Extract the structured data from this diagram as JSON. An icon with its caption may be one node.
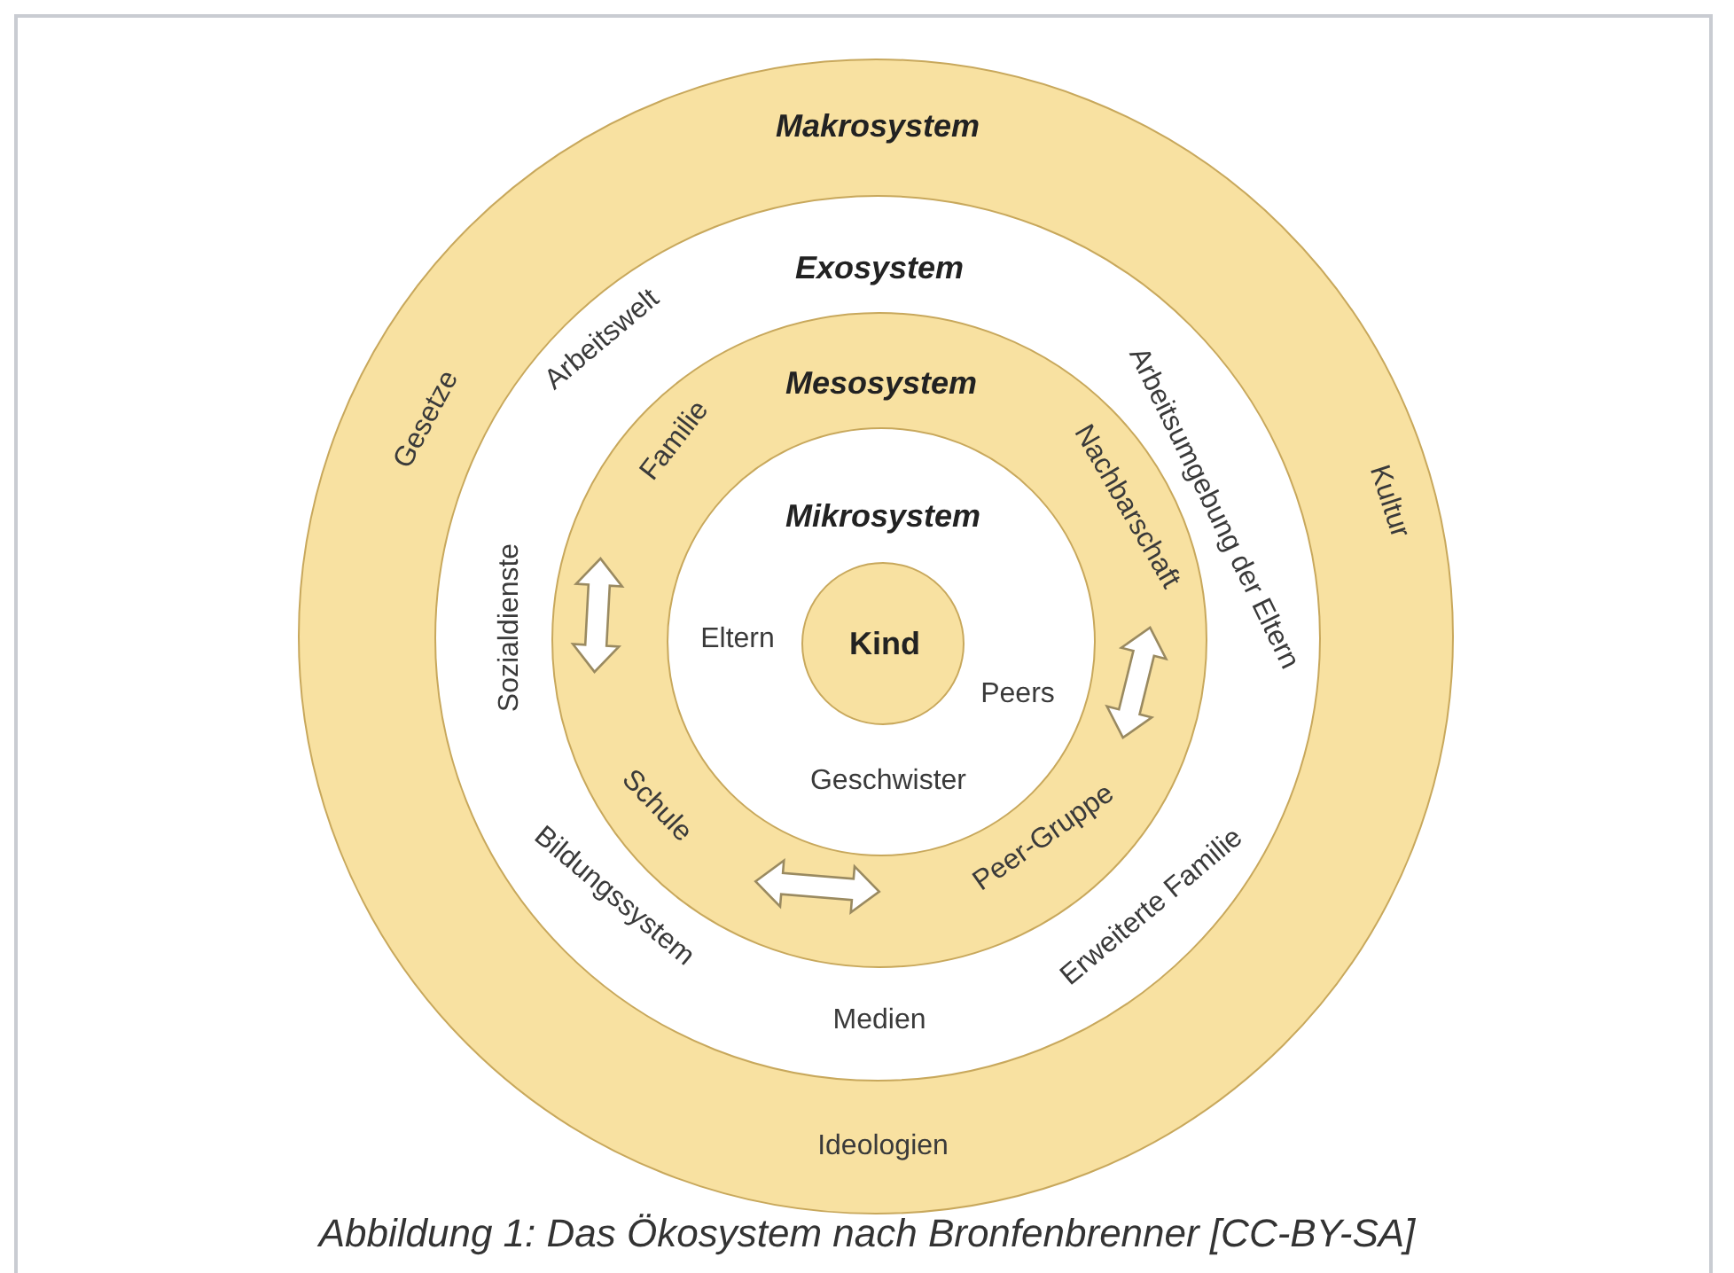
{
  "diagram": {
    "caption": "Abbildung 1: Das Ökosystem nach Bronfenbrenner [CC-BY-SA]",
    "nodes": [
      {
        "text": [
          "Makrosystem"
        ]
      },
      {
        "text": [
          "Gesetze"
        ],
        "in": 0
      },
      {
        "text": [
          "Kultur"
        ],
        "in": 0
      },
      {
        "text": [
          "Ideologien"
        ],
        "in": 0
      },
      {
        "text": [
          "Exosystem"
        ],
        "in": 0
      },
      {
        "text": [
          "Arbeitswelt"
        ],
        "in": 4
      },
      {
        "text": [
          "Arbeitsumgebung der Eltern"
        ],
        "in": 4
      },
      {
        "text": [
          "Sozialdienste"
        ],
        "in": 4
      },
      {
        "text": [
          "Bildungssystem"
        ],
        "in": 4
      },
      {
        "text": [
          "Medien"
        ],
        "in": 4
      },
      {
        "text": [
          "Erweiterte Familie"
        ],
        "in": 4
      },
      {
        "text": [
          "Mesosystem"
        ],
        "in": 4
      },
      {
        "text": [
          "Familie"
        ],
        "in": 11
      },
      {
        "text": [
          "Nachbarschaft"
        ],
        "in": 11
      },
      {
        "text": [
          "Schule"
        ],
        "in": 11
      },
      {
        "text": [
          "Peer-Gruppe"
        ],
        "in": 11
      },
      {
        "text": [
          "Mikrosystem"
        ],
        "in": 11
      },
      {
        "text": [
          "Eltern"
        ],
        "in": 16
      },
      {
        "text": [
          "Peers"
        ],
        "in": 16
      },
      {
        "text": [
          "Geschwister"
        ],
        "in": 16
      },
      {
        "text": [
          "Kind"
        ],
        "in": 16
      }
    ],
    "edges": [
      {
        "from": 12,
        "to": 14,
        "arrow": "both"
      },
      {
        "from": 13,
        "to": 15,
        "arrow": "both"
      },
      {
        "from": 14,
        "to": 15,
        "arrow": "both"
      }
    ]
  }
}
